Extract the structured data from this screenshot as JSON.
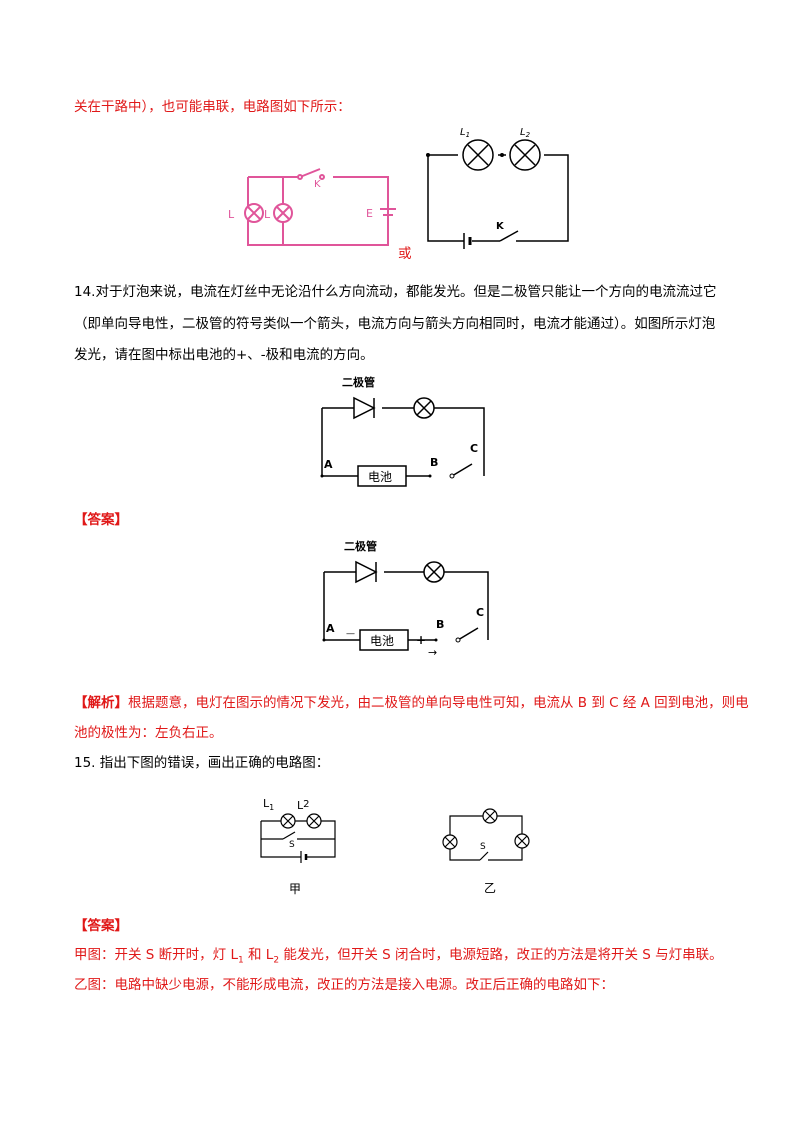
{
  "prev": {
    "line1": "关在干路中），也可能串联，电路图如下所示：",
    "fig_labels": {
      "L_left": "L",
      "L_mid": "L",
      "K": "K",
      "E": "E",
      "or": "或",
      "L1": "L",
      "L1_sub": "1",
      "L2": "L",
      "L2_sub": "2",
      "K2": "K"
    }
  },
  "q14": {
    "line1": "14.对于灯泡来说，电流在灯丝中无论沿什么方向流动，都能发光。但是二极管只能让一个方向的电流流过它",
    "line2": "（即单向导电性，二极管的符号类似一个箭头，电流方向与箭头方向相同时，电流才能通过）。如图所示灯泡",
    "line3": "发光，请在图中标出电池的+、-极和电流的方向。",
    "fig": {
      "diode": "二极管",
      "battery": "电池",
      "A": "A",
      "B": "B",
      "C": "C"
    },
    "answer_tag": "【答案】",
    "answer_fig": {
      "diode": "二极管",
      "battery": "电池",
      "A": "A",
      "B": "B",
      "C": "C",
      "minus": "—",
      "plus": "+",
      "arrow": "→"
    },
    "analysis_tag": "【解析】",
    "analysis_line1": "根据题意，电灯在图示的情况下发光，由二极管的单向导电性可知，电流从 B 到 C 经 A 回到电池，则电",
    "analysis_line2": "池的极性为：左负右正。"
  },
  "q15": {
    "line1": "15. 指出下图的错误，画出正确的电路图：",
    "fig_a": {
      "L1": "L",
      "L1_sub": "1",
      "L2": "L",
      "L2_sub": "2",
      "S": "S",
      "caption": "甲"
    },
    "fig_b": {
      "S": "S",
      "caption": "乙"
    },
    "answer_tag": "【答案】",
    "ans_a_pre": "甲图：开关 S 断开时，灯 L",
    "ans_a_sub1": "1",
    "ans_a_mid": " 和 L",
    "ans_a_sub2": "2",
    "ans_a_post": " 能发光，但开关 S 闭合时，电源短路，改正的方法是将开关 S 与灯串联。",
    "ans_b": "乙图：电路中缺少电源，不能形成电流，改正的方法是接入电源。改正后正确的电路如下："
  }
}
